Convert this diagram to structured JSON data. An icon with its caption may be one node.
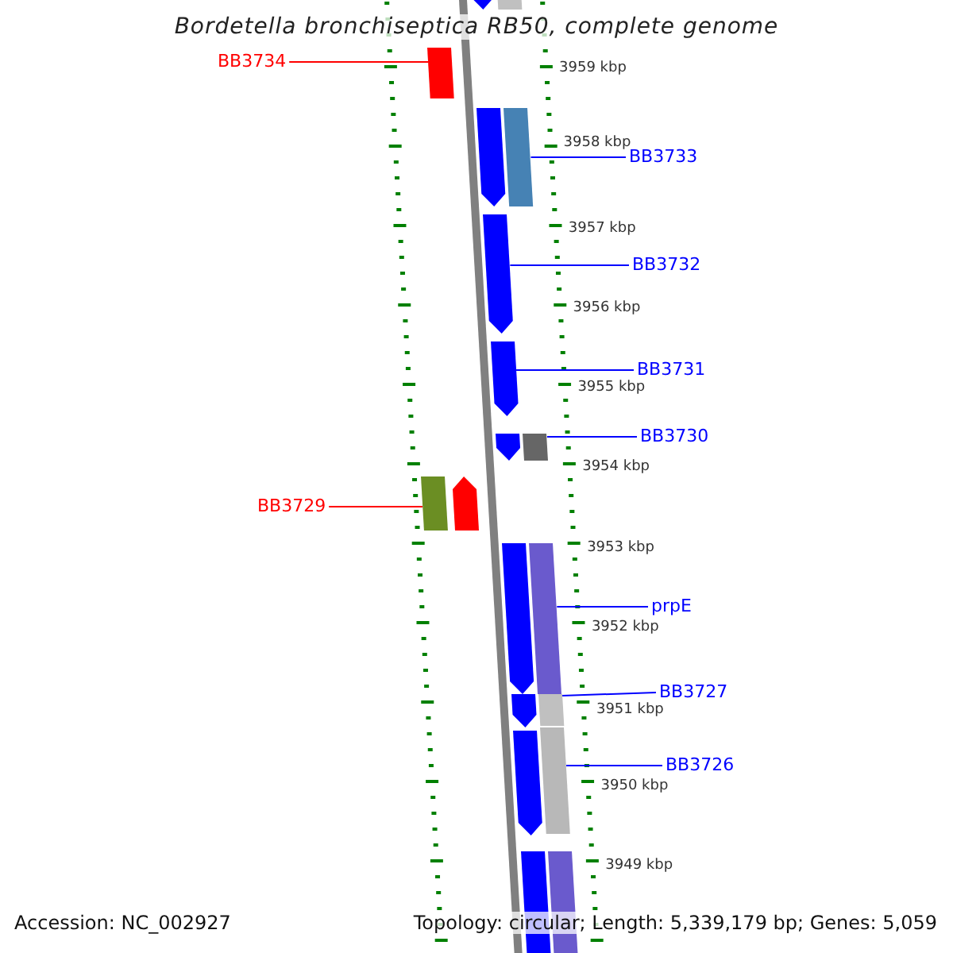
{
  "diagram": {
    "title": "Bordetella bronchiseptica RB50, complete genome",
    "nodes": [
      {
        "text": [],
        "shape": "arrow"
      },
      {
        "text": [],
        "shape": "box"
      },
      {
        "text": [
          "BB3734"
        ]
      },
      {
        "text": [],
        "shape": "box"
      },
      {
        "text": [],
        "shape": "arrow"
      },
      {
        "text": [
          "BB3733"
        ]
      },
      {
        "text": [],
        "shape": "box"
      },
      {
        "text": [
          "BB3732"
        ]
      },
      {
        "text": [],
        "shape": "arrow"
      },
      {
        "text": [
          "BB3731"
        ]
      },
      {
        "text": [],
        "shape": "arrow"
      },
      {
        "text": [
          "BB3730"
        ]
      },
      {
        "text": [],
        "shape": "arrow"
      },
      {
        "text": [],
        "shape": "box"
      },
      {
        "text": [
          "BB3729"
        ]
      },
      {
        "text": [],
        "shape": "box"
      },
      {
        "text": [],
        "shape": "arrow"
      },
      {
        "text": [
          "prpE"
        ]
      },
      {
        "text": [],
        "shape": "arrow"
      },
      {
        "text": [],
        "shape": "box"
      },
      {
        "text": [
          "BB3727"
        ]
      },
      {
        "text": [],
        "shape": "arrow"
      },
      {
        "text": [],
        "shape": "box"
      },
      {
        "text": [
          "BB3726"
        ]
      },
      {
        "text": [],
        "shape": "arrow"
      },
      {
        "text": [],
        "shape": "box"
      },
      {
        "text": [],
        "shape": "box"
      },
      {
        "text": [],
        "shape": "box"
      }
    ],
    "edges": [
      {
        "from": 2,
        "to": 3,
        "arrow": "none",
        "color": "#ff0000"
      },
      {
        "from": 5,
        "to": 6,
        "arrow": "none"
      },
      {
        "from": 7,
        "to": 8,
        "arrow": "none"
      },
      {
        "from": 9,
        "to": 10,
        "arrow": "none"
      },
      {
        "from": 11,
        "to": 13,
        "arrow": "none"
      },
      {
        "from": 14,
        "to": 15,
        "arrow": "none",
        "color": "#ff0000"
      },
      {
        "from": 17,
        "to": 19,
        "arrow": "none"
      },
      {
        "from": 20,
        "to": 22,
        "arrow": "none"
      },
      {
        "from": 23,
        "to": 25,
        "arrow": "none"
      }
    ],
    "labels": [
      "3959 kbp",
      "3958 kbp",
      "3957 kbp",
      "3956 kbp",
      "3955 kbp",
      "3954 kbp",
      "3953 kbp",
      "3952 kbp",
      "3951 kbp",
      "3950 kbp",
      "3949 kbp",
      "Accession: NC_002927",
      "Topology: circular; Length: 5,339,179 bp; Genes: 5,059"
    ]
  }
}
